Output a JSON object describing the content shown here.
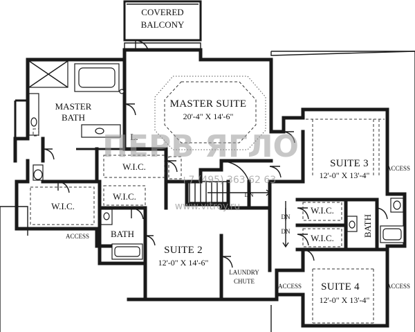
{
  "rooms": {
    "covered_balcony": [
      "COVERED",
      "BALCONY"
    ],
    "master_suite": {
      "name": "MASTER SUITE",
      "dims": "20'-4\" X 14'-6\""
    },
    "master_bath": [
      "MASTER",
      "BATH"
    ],
    "wic_left": "W.I.C.",
    "wic_center": "W.I.C.",
    "wic_lower": "W.I.C.",
    "wic_right_top": "W.I.C.",
    "wic_right_bottom": "W.I.C.",
    "suite2": {
      "name": "SUITE 2",
      "dims": "12'-0\" X 14'-6\""
    },
    "suite3": {
      "name": "SUITE 3",
      "dims": "12'-0\" X 13'-4\""
    },
    "suite4": {
      "name": "SUITE 4",
      "dims": "12'-0\" X 13'-4\""
    },
    "bath_left": "BATH",
    "bath_right": "BATH",
    "laundry_chute": [
      "LAUNDRY",
      "CHUTE"
    ],
    "linen": "L."
  },
  "annotations": {
    "dn_stair": "DN",
    "dn_upper": "DN",
    "dn_lower": "DN",
    "access_left": "ACCESS",
    "access_right_top": "ACCESS",
    "access_center": "ACCESS",
    "access_right_bottom": "ACCESS"
  },
  "watermark": {
    "brand": "ПЕРВ ЯГЛО",
    "phone": "+7 (495) 363 62 63",
    "site": "www.vitroy.ru"
  }
}
